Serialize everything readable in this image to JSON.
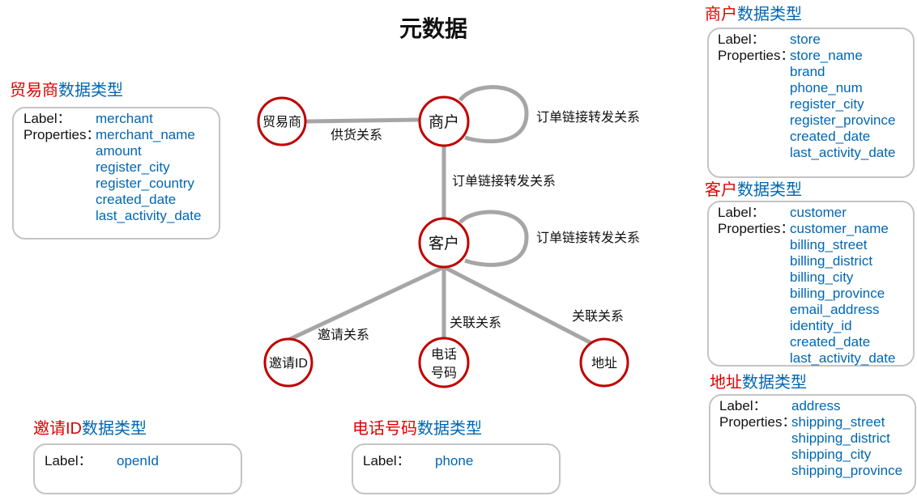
{
  "title": "元数据",
  "labels": {
    "label": "Label：",
    "properties": "Properties："
  },
  "colors": {
    "node_border": "#c00000",
    "edge": "#a6a6a6",
    "section_red": "#e00000",
    "section_blue": "#0066b3",
    "panel_border": "#c4c4c4"
  },
  "graph": {
    "nodes": {
      "trader": "贸易商",
      "merchant": "商户",
      "customer": "客户",
      "invite": "邀请ID",
      "phone_line1": "电话",
      "phone_line2": "号码",
      "address": "地址"
    },
    "edges": {
      "trader_merchant": "供货关系",
      "merchant_self": "订单链接转发关系",
      "merchant_customer": "订单链接转发关系",
      "customer_self": "订单链接转发关系",
      "customer_invite": "邀请关系",
      "customer_phone": "关联关系",
      "customer_address": "关联关系"
    }
  },
  "types": {
    "trader": {
      "title_red": "贸易商",
      "title_blue": "数据类型",
      "label": "merchant",
      "properties": [
        "merchant_name",
        "amount",
        "register_city",
        "register_country",
        "created_date",
        "last_activity_date"
      ]
    },
    "merchant": {
      "title_red": "商户",
      "title_blue": "数据类型",
      "label": "store",
      "properties": [
        "store_name",
        "brand",
        "phone_num",
        "register_city",
        "register_province",
        "created_date",
        "last_activity_date"
      ]
    },
    "customer": {
      "title_red": "客户",
      "title_blue": "数据类型",
      "label": "customer",
      "properties": [
        "customer_name",
        "billing_street",
        "billing_district",
        "billing_city",
        "billing_province",
        "email_address",
        "identity_id",
        "created_date",
        "last_activity_date"
      ]
    },
    "address": {
      "title_red": "地址",
      "title_blue": "数据类型",
      "label": "address",
      "properties": [
        "shipping_street",
        "shipping_district",
        "shipping_city",
        "shipping_province"
      ]
    },
    "invite": {
      "title_red": "邀请ID",
      "title_blue": "数据类型",
      "label": "openId"
    },
    "phone": {
      "title_red": "电话号码",
      "title_blue": "数据类型",
      "label": "phone"
    }
  }
}
